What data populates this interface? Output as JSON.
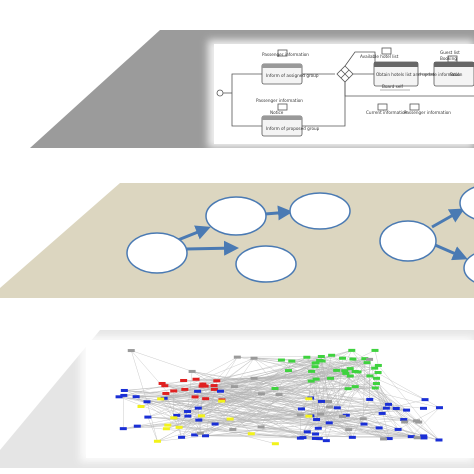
{
  "colors": {
    "layer_top": "#9b9b9b",
    "layer_middle": "#dcd6c0",
    "layer_bottom": "#e5e5e5",
    "node_fill": "#ffffff",
    "node_stroke": "#4a7ab3",
    "arrow": "#4a7ab3",
    "net_green": "#3fd23f",
    "net_blue": "#1a2fd6",
    "net_red": "#e02020",
    "net_yellow": "#f2f21a",
    "net_grey": "#9a9a9a"
  },
  "process_diagram": {
    "labels": [
      "Passenger information",
      "Inform of assigned group",
      "Notice",
      "Inform of proposed group",
      "Passenger information",
      "Available hotel list",
      "Obtain hotels list and update information",
      "Book",
      "Guest list",
      "Booking",
      "Board self",
      "Current information",
      "Passenger information"
    ]
  }
}
